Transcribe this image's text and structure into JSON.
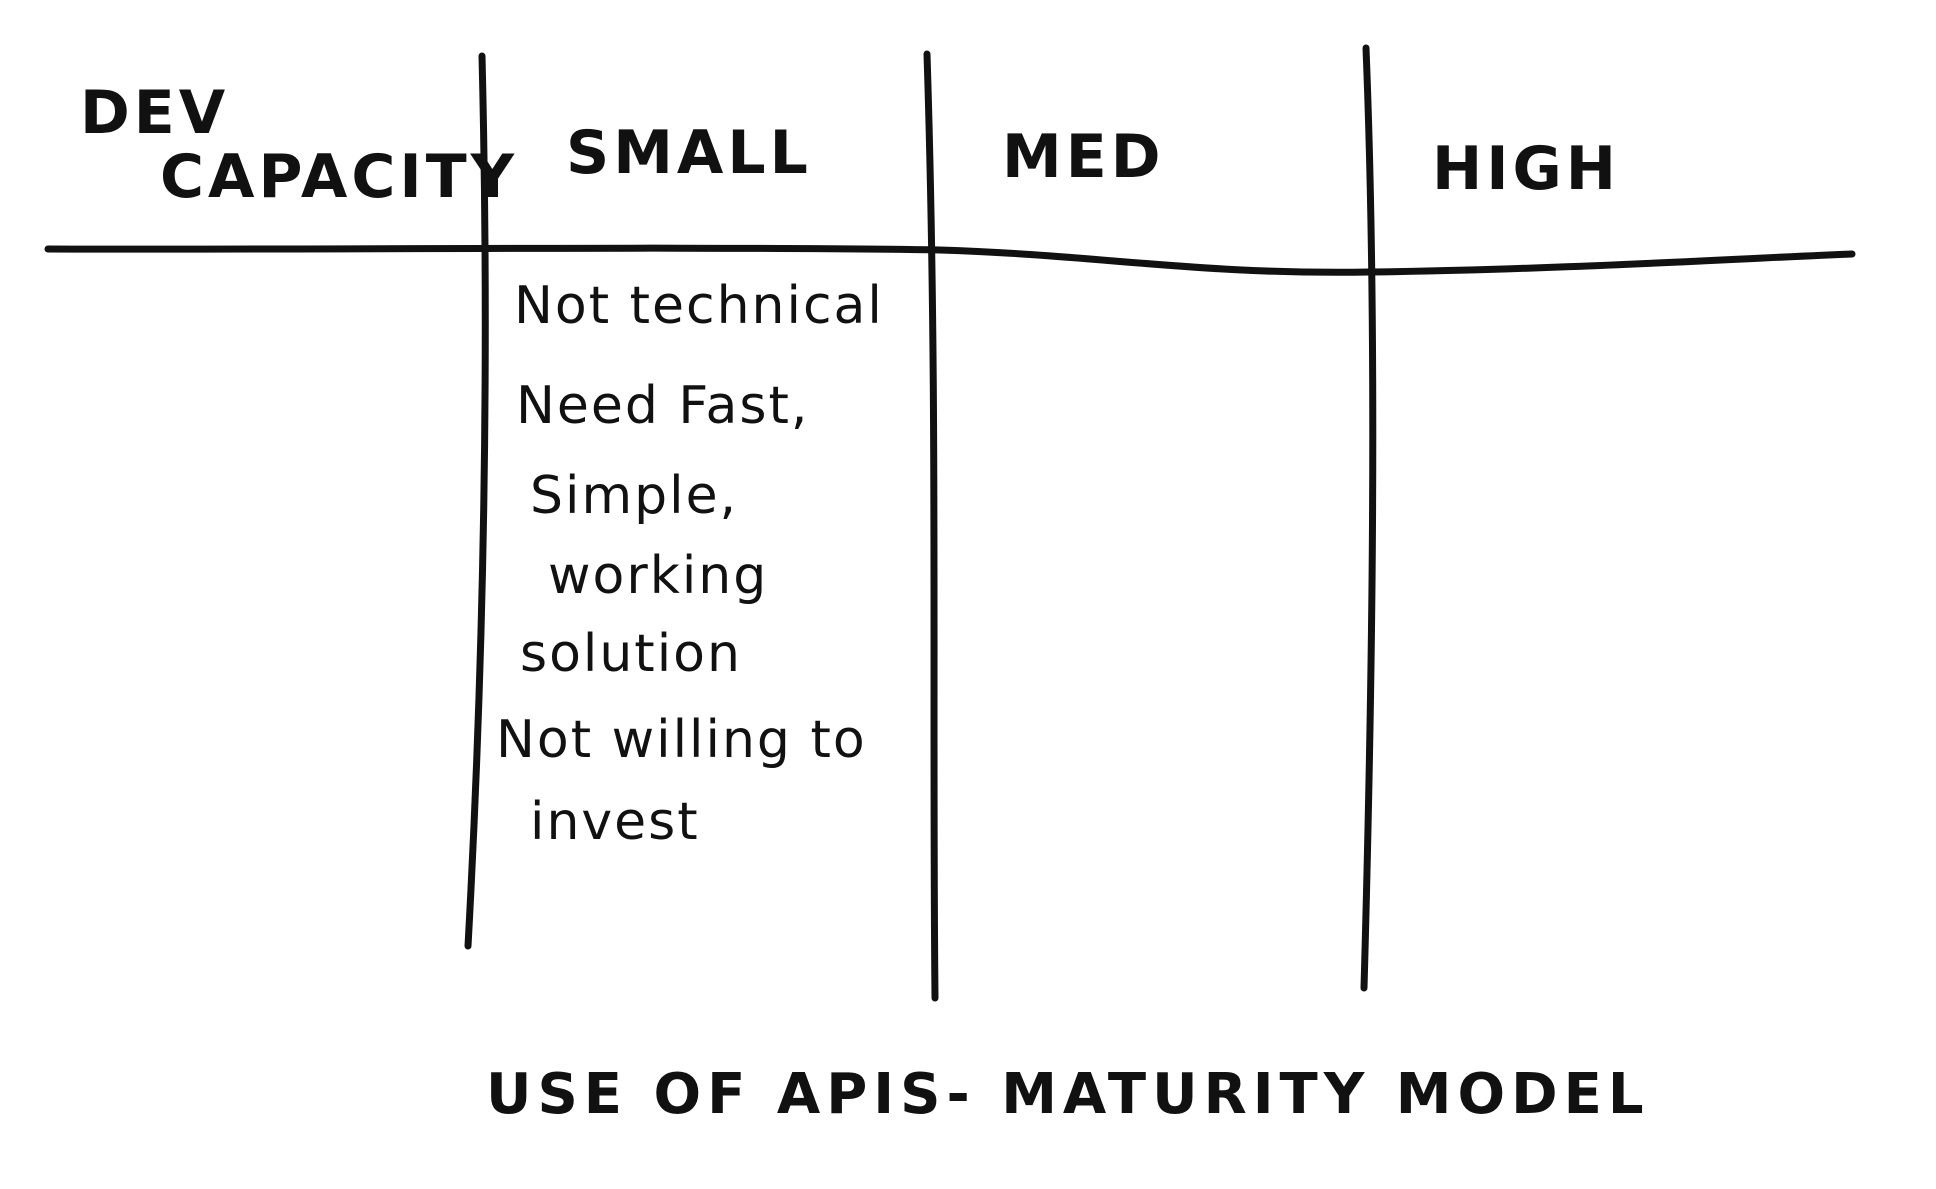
{
  "row_header": {
    "line1": "DEV",
    "line2": "CAPACITY"
  },
  "columns": [
    {
      "label": "SMALL"
    },
    {
      "label": "MED"
    },
    {
      "label": "HIGH"
    }
  ],
  "small_notes": {
    "not_technical": "Not technical",
    "need_fast": "Need Fast,",
    "simple": "Simple,",
    "working": "working",
    "solution": "solution",
    "not_willing": "Not willing to",
    "invest": "invest"
  },
  "caption": "USE OF APIS- MATURITY MODEL"
}
